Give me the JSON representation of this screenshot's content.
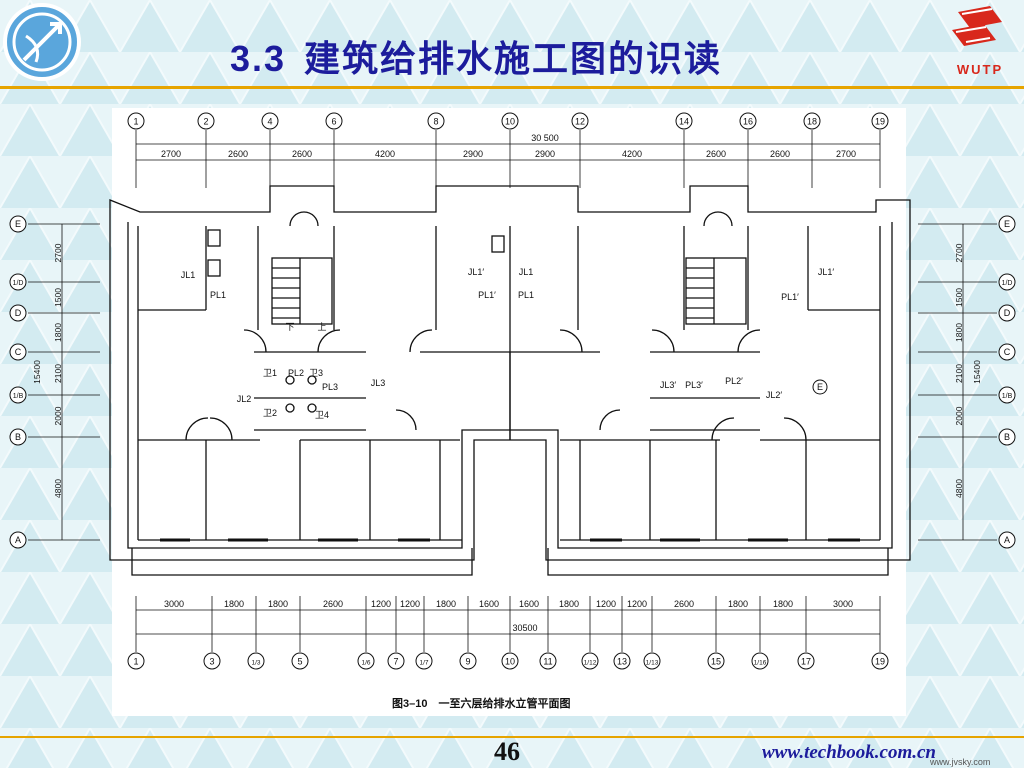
{
  "slide": {
    "section_number": "3.3",
    "title": "建筑给排水施工图的识读",
    "publisher_mark": "WUTP",
    "page_number": "46",
    "website": "www.techbook.com.cn",
    "watermark": "www.jvsky.com",
    "colors": {
      "title": "#1c1c9c",
      "rule": "#e6a400",
      "logo_red": "#d8281c",
      "background": "#e6f3f7"
    }
  },
  "drawing": {
    "figure_caption": "图3–10　一至六层给排水立管平面图",
    "top_axes": [
      "1",
      "2",
      "4",
      "6",
      "8",
      "10",
      "12",
      "14",
      "16",
      "18",
      "19"
    ],
    "top_total": "30 500",
    "top_dims": [
      "2700",
      "2600",
      "2600",
      "4200",
      "2900",
      "2900",
      "4200",
      "2600",
      "2600",
      "2700"
    ],
    "bottom_axes": [
      "1",
      "3",
      "1/3",
      "5",
      "1/6",
      "7",
      "1/7",
      "9",
      "10",
      "11",
      "1/12",
      "13",
      "1/13",
      "15",
      "1/16",
      "17",
      "19"
    ],
    "bottom_dims": [
      "3000",
      "1800",
      "1800",
      "2600",
      "1200",
      "1200",
      "1800",
      "1600",
      "1600",
      "1800",
      "1200",
      "1200",
      "2600",
      "1800",
      "1800",
      "3000"
    ],
    "bottom_total": "30500",
    "side_axes": [
      "E",
      "1/D",
      "D",
      "C",
      "1/B",
      "B",
      "A"
    ],
    "side_dims": [
      "2700",
      "1500",
      "1800",
      "2100",
      "2000",
      "4800"
    ],
    "side_total": "15400",
    "pipe_labels_left": [
      "JL1",
      "PL1",
      "JL2",
      "JL3",
      "PL2",
      "PL3",
      "卫1",
      "卫2",
      "卫3",
      "卫4",
      "下",
      "上"
    ],
    "pipe_labels_mid": [
      "JL1′",
      "PL1′",
      "JL1",
      "PL1"
    ],
    "pipe_labels_right": [
      "JL1′",
      "PL1′",
      "JL3′",
      "PL3′",
      "PL2′",
      "JL2′",
      "E"
    ]
  }
}
